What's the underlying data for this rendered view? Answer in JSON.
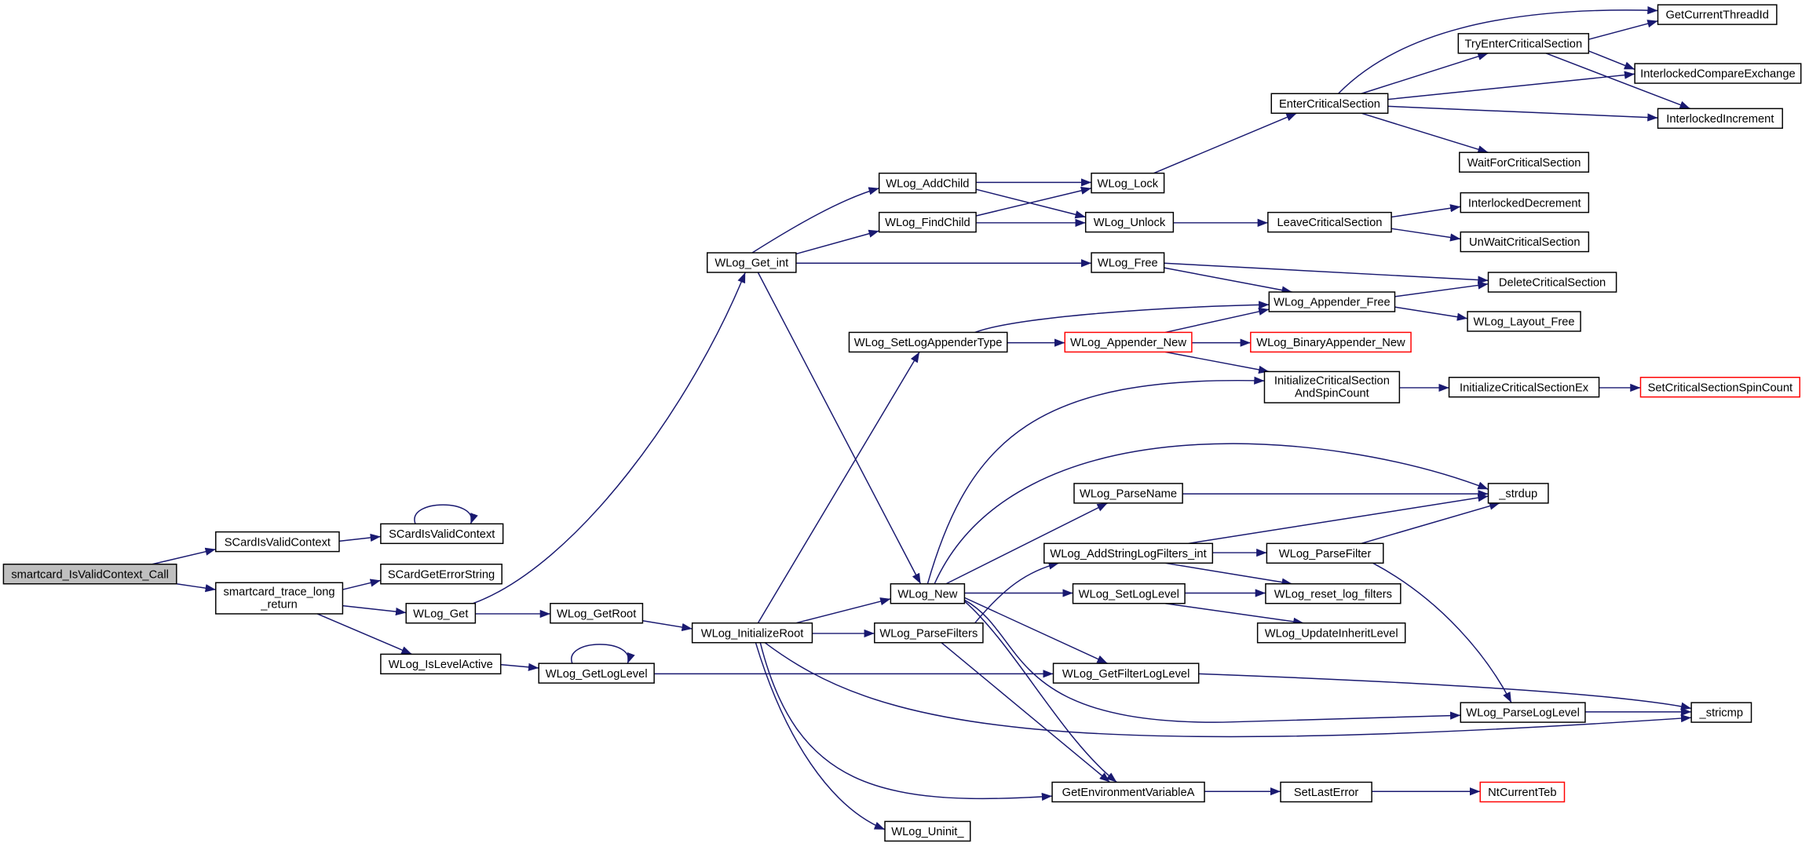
{
  "colors": {
    "edge": "#191970",
    "node_border": "#000000",
    "node_fill": "#ffffff",
    "text": "#000000"
  },
  "nodes": [
    {
      "lines": [
        "smartcard_IsValidContext_Call"
      ],
      "fill": "#bfbfbf"
    },
    {
      "lines": [
        "SCardIsValidContext"
      ]
    },
    {
      "lines": [
        "smartcard_trace_long",
        "_return"
      ]
    },
    {
      "lines": [
        "SCardIsValidContext"
      ]
    },
    {
      "lines": [
        "SCardGetErrorString"
      ]
    },
    {
      "lines": [
        "WLog_Get"
      ]
    },
    {
      "lines": [
        "WLog_IsLevelActive"
      ]
    },
    {
      "lines": [
        "WLog_GetRoot"
      ]
    },
    {
      "lines": [
        "WLog_GetLogLevel"
      ]
    },
    {
      "lines": [
        "WLog_Get_int"
      ]
    },
    {
      "lines": [
        "WLog_InitializeRoot"
      ]
    },
    {
      "lines": [
        "WLog_AddChild"
      ]
    },
    {
      "lines": [
        "WLog_FindChild"
      ]
    },
    {
      "lines": [
        "WLog_SetLogAppenderType"
      ]
    },
    {
      "lines": [
        "WLog_New"
      ]
    },
    {
      "lines": [
        "WLog_ParseFilters"
      ]
    },
    {
      "lines": [
        "WLog_Uninit_"
      ]
    },
    {
      "lines": [
        "WLog_Lock"
      ]
    },
    {
      "lines": [
        "WLog_Unlock"
      ]
    },
    {
      "lines": [
        "WLog_Free"
      ]
    },
    {
      "lines": [
        "WLog_Appender_New"
      ],
      "border": "#ff0000"
    },
    {
      "lines": [
        "WLog_ParseName"
      ]
    },
    {
      "lines": [
        "WLog_AddStringLogFilters_int"
      ]
    },
    {
      "lines": [
        "WLog_SetLogLevel"
      ]
    },
    {
      "lines": [
        "WLog_GetFilterLogLevel"
      ]
    },
    {
      "lines": [
        "GetEnvironmentVariableA"
      ]
    },
    {
      "lines": [
        "EnterCriticalSection"
      ]
    },
    {
      "lines": [
        "LeaveCriticalSection"
      ]
    },
    {
      "lines": [
        "WLog_Appender_Free"
      ]
    },
    {
      "lines": [
        "WLog_BinaryAppender_New"
      ],
      "border": "#ff0000"
    },
    {
      "lines": [
        "InitializeCriticalSection",
        "AndSpinCount"
      ]
    },
    {
      "lines": [
        "_strdup"
      ]
    },
    {
      "lines": [
        "WLog_ParseFilter"
      ]
    },
    {
      "lines": [
        "WLog_reset_log_filters"
      ]
    },
    {
      "lines": [
        "WLog_UpdateInheritLevel"
      ]
    },
    {
      "lines": [
        "SetLastError"
      ]
    },
    {
      "lines": [
        "TryEnterCriticalSection"
      ]
    },
    {
      "lines": [
        "WaitForCriticalSection"
      ]
    },
    {
      "lines": [
        "InterlockedDecrement"
      ]
    },
    {
      "lines": [
        "UnWaitCriticalSection"
      ]
    },
    {
      "lines": [
        "DeleteCriticalSection"
      ]
    },
    {
      "lines": [
        "WLog_Layout_Free"
      ]
    },
    {
      "lines": [
        "InitializeCriticalSectionEx"
      ]
    },
    {
      "lines": [
        "WLog_ParseLogLevel"
      ]
    },
    {
      "lines": [
        "NtCurrentTeb"
      ],
      "border": "#ff0000"
    },
    {
      "lines": [
        "GetCurrentThreadId"
      ]
    },
    {
      "lines": [
        "InterlockedCompareExchange"
      ]
    },
    {
      "lines": [
        "InterlockedIncrement"
      ]
    },
    {
      "lines": [
        "SetCriticalSectionSpinCount"
      ],
      "border": "#ff0000"
    },
    {
      "lines": [
        "_stricmp"
      ]
    }
  ]
}
